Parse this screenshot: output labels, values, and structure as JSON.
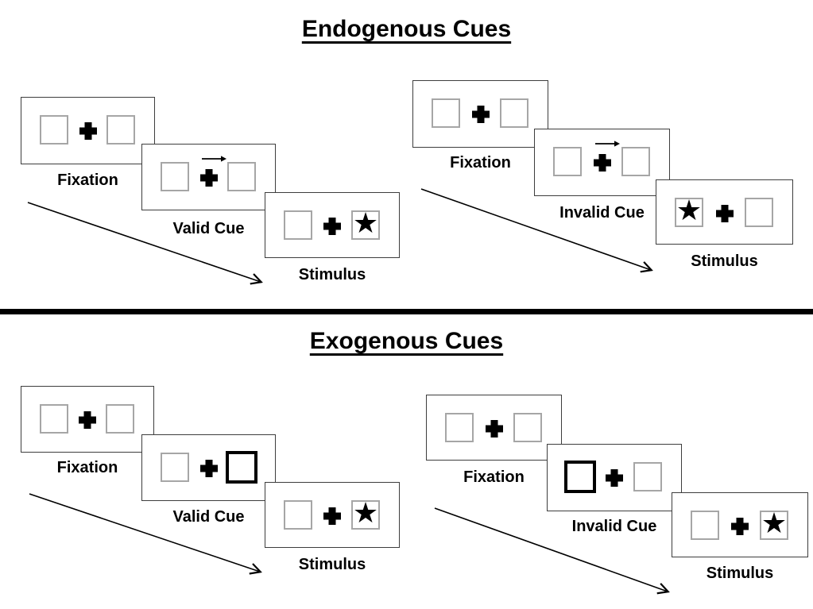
{
  "sections": [
    {
      "title": "Endogenous Cues",
      "groups": [
        {
          "name": "endogenous-valid",
          "cue_style": "central-arrow-right",
          "stimulus_side": "right",
          "labels": {
            "fixation": "Fixation",
            "cue": "Valid Cue",
            "stimulus": "Stimulus"
          }
        },
        {
          "name": "endogenous-invalid",
          "cue_style": "central-arrow-right",
          "stimulus_side": "left",
          "labels": {
            "fixation": "Fixation",
            "cue": "Invalid Cue",
            "stimulus": "Stimulus"
          }
        }
      ]
    },
    {
      "title": "Exogenous Cues",
      "groups": [
        {
          "name": "exogenous-valid",
          "cue_style": "peripheral-bold-box-right",
          "stimulus_side": "right",
          "labels": {
            "fixation": "Fixation",
            "cue": "Valid Cue",
            "stimulus": "Stimulus"
          }
        },
        {
          "name": "exogenous-invalid",
          "cue_style": "peripheral-bold-box-left",
          "stimulus_side": "right",
          "labels": {
            "fixation": "Fixation",
            "cue": "Invalid Cue",
            "stimulus": "Stimulus"
          }
        }
      ]
    }
  ],
  "glyphs": {
    "star": "★"
  },
  "colors": {
    "ink": "#000000",
    "panel_border": "#3d3d3d",
    "box_border": "#a6a6a6",
    "cue_box_border": "#000000",
    "background": "#ffffff"
  }
}
